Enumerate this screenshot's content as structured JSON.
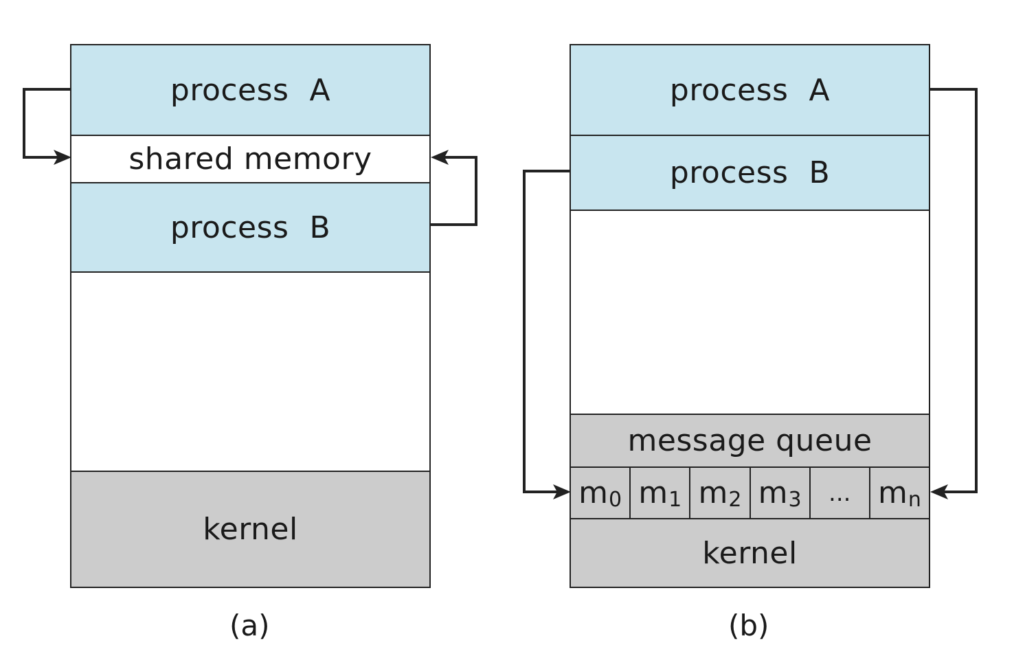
{
  "diagram_a": {
    "process_a": {
      "name": "process",
      "letter": "A"
    },
    "shared_memory": "shared memory",
    "process_b": {
      "name": "process",
      "letter": "B"
    },
    "kernel": "kernel",
    "caption": "(a)"
  },
  "diagram_b": {
    "process_a": {
      "name": "process",
      "letter": "A"
    },
    "process_b": {
      "name": "process",
      "letter": "B"
    },
    "message_queue": "message queue",
    "messages": [
      {
        "base": "m",
        "sub": "0"
      },
      {
        "base": "m",
        "sub": "1"
      },
      {
        "base": "m",
        "sub": "2"
      },
      {
        "base": "m",
        "sub": "3"
      },
      {
        "base": "...",
        "sub": ""
      },
      {
        "base": "m",
        "sub": "n"
      }
    ],
    "kernel": "kernel",
    "caption": "(b)"
  },
  "colors": {
    "process_fill": "#c8e5ef",
    "kernel_fill": "#cccccc",
    "line": "#222222"
  }
}
